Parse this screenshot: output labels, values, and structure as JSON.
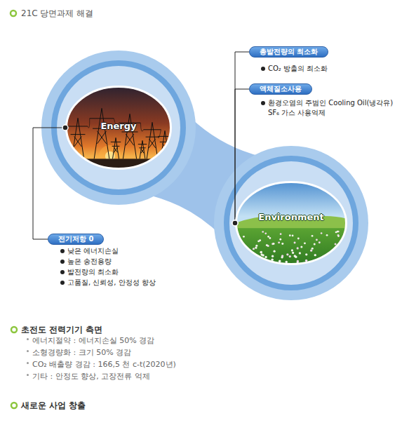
{
  "diagram": {
    "title": "21C 당면과제 해결",
    "nodes": [
      {
        "text": [
          "총발전량의 최소화"
        ]
      },
      {
        "text": [
          "액체질소사용"
        ]
      },
      {
        "text": [
          "Energy"
        ]
      },
      {
        "text": [
          "Environment"
        ]
      },
      {
        "text": [
          "전기저항 0"
        ]
      }
    ],
    "edges": [
      {
        "from": 3,
        "to": 0,
        "arrow": "none"
      },
      {
        "from": 3,
        "to": 1,
        "arrow": "none"
      },
      {
        "from": 2,
        "to": 4,
        "arrow": "none"
      }
    ],
    "labels": [
      "CO₂ 방출의 최소화",
      "환경오염의 주범인 Cooling Oil(냉각유) SF₆ 가스 사용억제",
      "낮은 에너지손실",
      "높은 송전용량",
      "발전량의 최소화",
      "고품질, 신뢰성, 안정성 향상",
      "초전도 전력기기 측면",
      "에너지절약 : 에너지손실 50% 경감",
      "소형경량화 : 크기 50% 경감",
      "CO₂ 배출량 경감 : 166,5 천 c-t(2020년)",
      "기타 : 안정도 향상, 고장전류 억제",
      "새로운 사업 창출"
    ]
  }
}
